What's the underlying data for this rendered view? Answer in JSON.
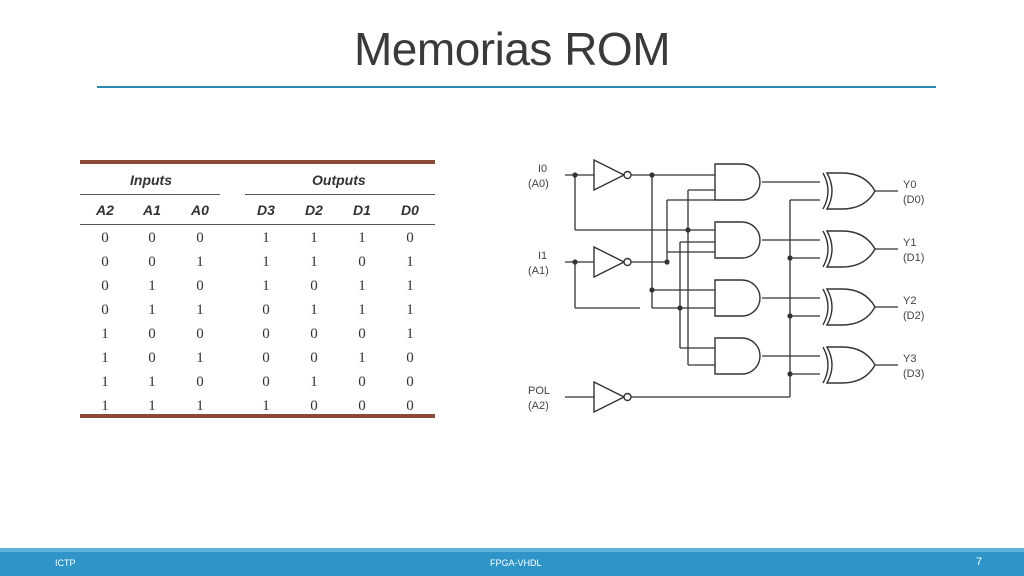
{
  "slide": {
    "title": "Memorias ROM",
    "footer": {
      "left": "ICTP",
      "center": "FPGA-VHDL",
      "page": "7"
    }
  },
  "truth_table": {
    "groups": {
      "inputs": "Inputs",
      "outputs": "Outputs"
    },
    "columns": [
      "A2",
      "A1",
      "A0",
      "D3",
      "D2",
      "D1",
      "D0"
    ],
    "rows": [
      [
        "0",
        "0",
        "0",
        "1",
        "1",
        "1",
        "0"
      ],
      [
        "0",
        "0",
        "1",
        "1",
        "1",
        "0",
        "1"
      ],
      [
        "0",
        "1",
        "0",
        "1",
        "0",
        "1",
        "1"
      ],
      [
        "0",
        "1",
        "1",
        "0",
        "1",
        "1",
        "1"
      ],
      [
        "1",
        "0",
        "0",
        "0",
        "0",
        "0",
        "1"
      ],
      [
        "1",
        "0",
        "1",
        "0",
        "0",
        "1",
        "0"
      ],
      [
        "1",
        "1",
        "0",
        "0",
        "1",
        "0",
        "0"
      ],
      [
        "1",
        "1",
        "1",
        "1",
        "0",
        "0",
        "0"
      ]
    ]
  },
  "circuit": {
    "inputs": [
      {
        "name": "I0",
        "alias": "(A0)"
      },
      {
        "name": "I1",
        "alias": "(A1)"
      },
      {
        "name": "POL",
        "alias": "(A2)"
      }
    ],
    "outputs": [
      {
        "name": "Y0",
        "alias": "(D0)"
      },
      {
        "name": "Y1",
        "alias": "(D1)"
      },
      {
        "name": "Y2",
        "alias": "(D2)"
      },
      {
        "name": "Y3",
        "alias": "(D3)"
      }
    ],
    "gates": {
      "inverters": 3,
      "and_gates": 4,
      "xor_gates": 4
    }
  },
  "colors": {
    "title_text": "#3a3a3a",
    "title_rule": "#2b8ab0",
    "table_rule": "#8a4a3a",
    "footer_bar": "#2f95c8",
    "footer_text": "#ffffff"
  }
}
